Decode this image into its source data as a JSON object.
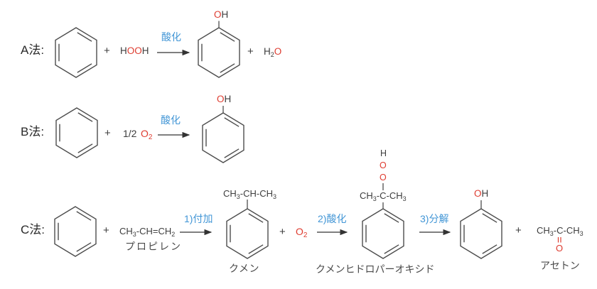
{
  "colors": {
    "red": "#de3b2f",
    "blue": "#4296d6",
    "ink": "#3d3d3d"
  },
  "symbols": {
    "plus": "+"
  },
  "method_a": {
    "label": "A法:",
    "hydrogen_peroxide": {
      "h1": "H",
      "oo": "OO",
      "h2": "H"
    },
    "arrow_label": "酸化",
    "phenol_oh": {
      "o": "O",
      "h": "H"
    },
    "water": {
      "h": "H",
      "sub": "2",
      "o": "O"
    }
  },
  "method_b": {
    "label": "B法:",
    "half": "1/2",
    "oxygen": {
      "o": "O",
      "sub": "2"
    },
    "arrow_label": "酸化",
    "phenol_oh": {
      "o": "O",
      "h": "H"
    }
  },
  "method_c": {
    "label": "C法:",
    "propylene_formula": {
      "p1": "CH",
      "s1": "3",
      "p2": "-CH=CH",
      "s2": "2"
    },
    "propylene_name": "プロピレン",
    "step1_label": "1)付加",
    "cumene_substituent": {
      "p1": "CH",
      "s1": "3",
      "p2": "-CH-CH",
      "s2": "3"
    },
    "cumene_name": "クメン",
    "oxygen": {
      "o": "O",
      "sub": "2"
    },
    "step2_label": "2)酸化",
    "hydroperoxide": {
      "h": "H",
      "o1": "O",
      "o2": "O",
      "p1": "CH",
      "s1": "3",
      "p2": "-C-CH",
      "s2": "3"
    },
    "hydroperoxide_name": "クメンヒドロパーオキシド",
    "step3_label": "3)分解",
    "phenol_oh": {
      "o": "O",
      "h": "H"
    },
    "acetone_formula": {
      "p1": "CH",
      "s1": "3",
      "p2": "-C-CH",
      "s2": "3",
      "o": "O"
    },
    "acetone_name": "アセトン"
  }
}
